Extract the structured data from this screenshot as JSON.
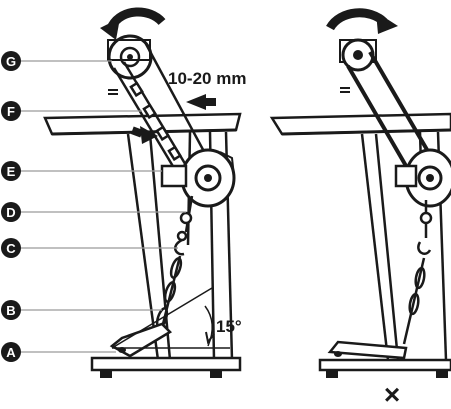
{
  "callouts": {
    "A": "A",
    "B": "B",
    "C": "C",
    "D": "D",
    "E": "E",
    "F": "F",
    "G": "G"
  },
  "gap_label": "10-20 mm",
  "angle_label": "15°",
  "wrong_mark": "×",
  "colors": {
    "ink": "#1a1a1a",
    "paper": "#ffffff",
    "shade": "#9a9a9a"
  },
  "icons": [
    "rotation-arrow-icon",
    "cross-mark-icon",
    "pinch-arrow-icon"
  ]
}
